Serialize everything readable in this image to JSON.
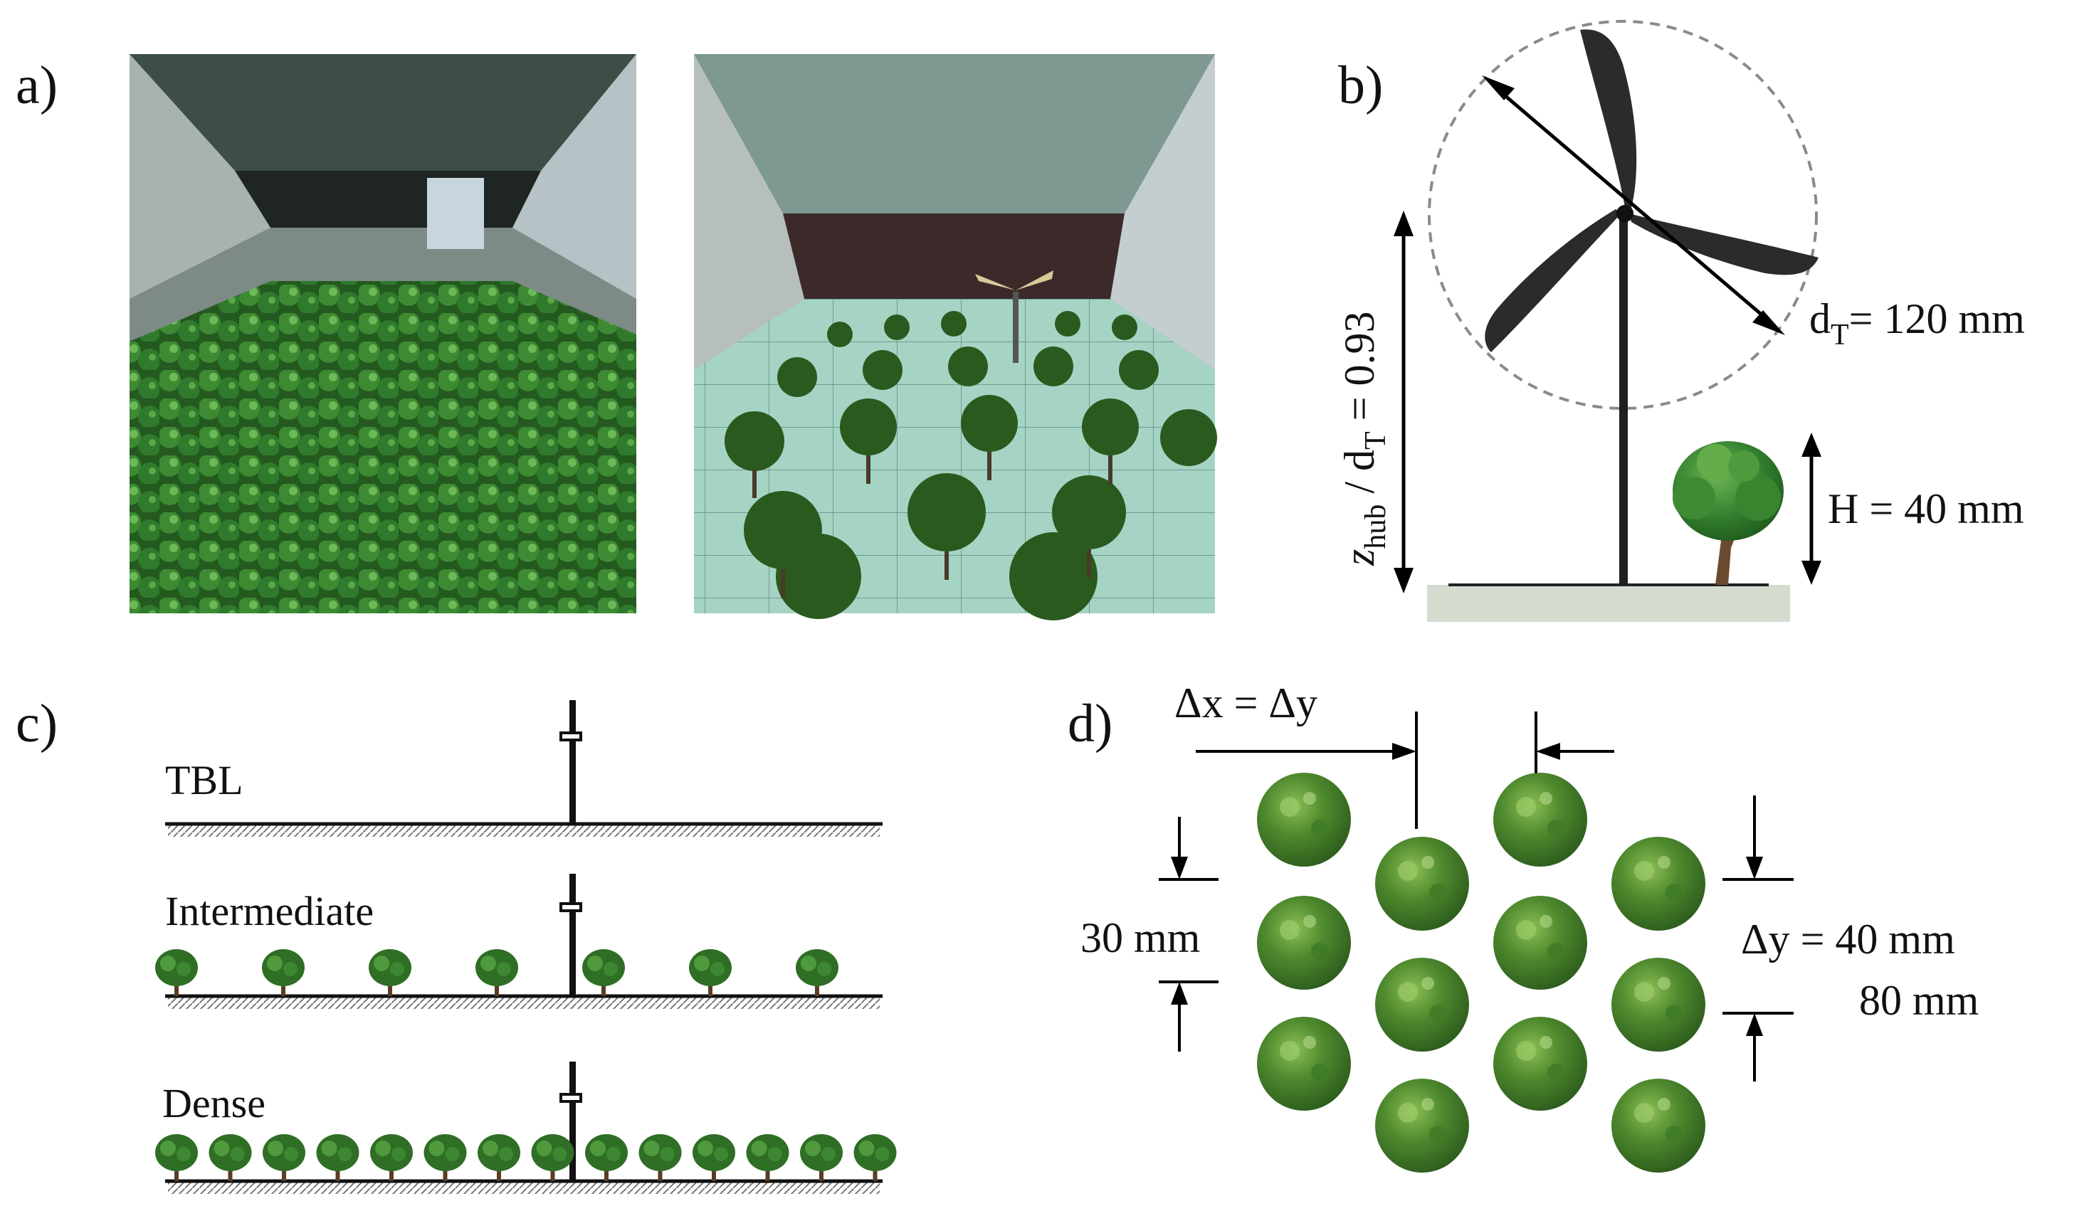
{
  "panels": {
    "a": {
      "label": "a)"
    },
    "b": {
      "label": "b)",
      "rotor_diameter": "d",
      "rotor_diameter_sub": "T",
      "rotor_diameter_value": "= 120 mm",
      "hub_ratio_z": "z",
      "hub_ratio_sub_hub": "hub",
      "hub_ratio_mid": " / d",
      "hub_ratio_sub_t": "T",
      "hub_ratio_value": " = 0.93",
      "tree_height": "H = 40 mm"
    },
    "c": {
      "label": "c)",
      "rows": [
        "TBL",
        "Intermediate",
        "Dense"
      ]
    },
    "d": {
      "label": "d)",
      "spacing_label": "Δx = Δy",
      "diameter_label": "30 mm",
      "dy_label_1": "Δy = 40 mm",
      "dy_label_2": "80 mm"
    }
  },
  "colors": {
    "canopy": "#2f7a2c",
    "canopy_light": "#56a043",
    "trunk": "#6b4a2f",
    "turbine": "#2b2b2b",
    "ground": "#d4dcd0",
    "tunnel_floor_a": "#2f6e25",
    "tunnel_floor_b": "#a9d6c8"
  }
}
